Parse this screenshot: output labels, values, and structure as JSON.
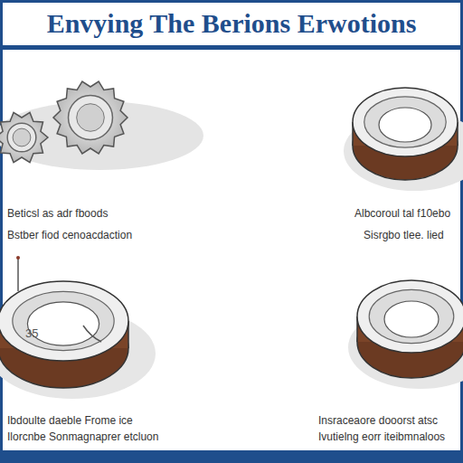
{
  "diagram": {
    "title": "Envying The Berions Erwotions",
    "labels": [
      "Beticsl as adr fboods",
      "Bstber fiod cenoacdaction",
      "Albcoroul tal f10ebo",
      "Sisrgbo tlee. lied",
      "35",
      "Ibdoulte daeble Frome ice",
      "Ilorcnbe Sonmagnaprer etcluon",
      "Insraceaore dooorst atsc",
      "Ivutielng eorr iteibmnaloos"
    ]
  }
}
